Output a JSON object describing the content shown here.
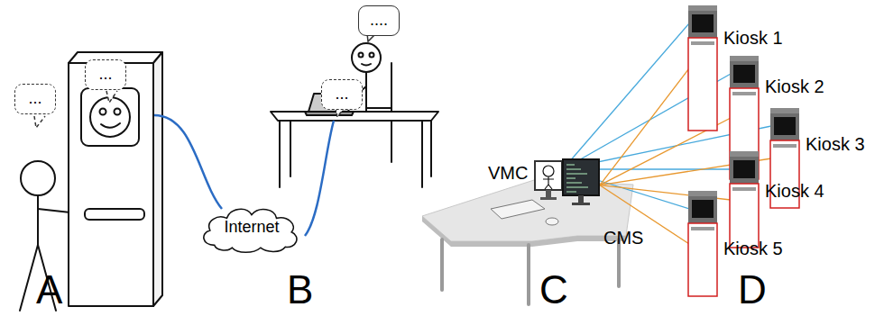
{
  "diagram": {
    "nodes": [
      {
        "text": [
          "..."
        ]
      },
      {
        "text": [
          "..."
        ]
      },
      {
        "text": [
          "Internet"
        ]
      },
      {
        "text": [
          "..."
        ]
      },
      {
        "text": [
          "...."
        ]
      },
      {
        "text": [
          "VMC"
        ]
      },
      {
        "text": [
          "CMS"
        ]
      },
      {
        "text": [
          "Kiosk 1"
        ]
      },
      {
        "text": [
          "Kiosk 2"
        ]
      },
      {
        "text": [
          "Kiosk 3"
        ]
      },
      {
        "text": [
          "Kiosk 4"
        ]
      },
      {
        "text": [
          "Kiosk 5"
        ]
      }
    ],
    "edges": [
      {
        "from": 5,
        "to": 7,
        "arrow": "none"
      },
      {
        "from": 5,
        "to": 8,
        "arrow": "none"
      },
      {
        "from": 5,
        "to": 9,
        "arrow": "none"
      },
      {
        "from": 5,
        "to": 10,
        "arrow": "none"
      },
      {
        "from": 5,
        "to": 11,
        "arrow": "none"
      },
      {
        "from": 6,
        "to": 7,
        "arrow": "none"
      },
      {
        "from": 6,
        "to": 8,
        "arrow": "none"
      },
      {
        "from": 6,
        "to": 9,
        "arrow": "none"
      },
      {
        "from": 6,
        "to": 10,
        "arrow": "none"
      },
      {
        "from": 6,
        "to": 11,
        "arrow": "none"
      }
    ],
    "labels": [
      "A",
      "B",
      "C",
      "D"
    ]
  }
}
